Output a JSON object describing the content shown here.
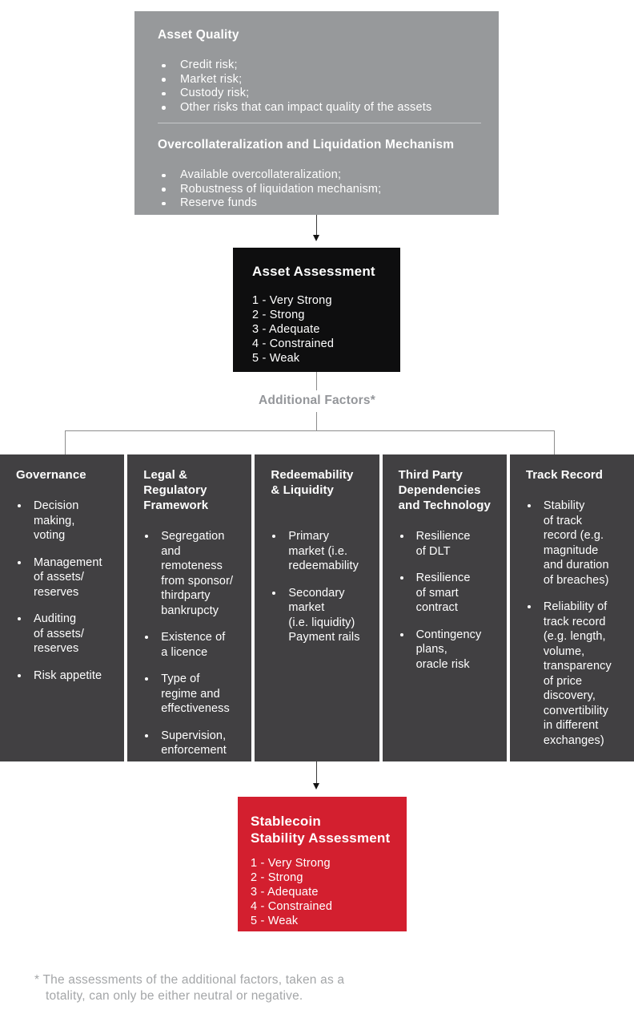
{
  "colors": {
    "page_bg": "#ffffff",
    "gray_box": "#97999B",
    "black_box": "#0E0E0F",
    "factor_column": "#414042",
    "red_box": "#D31F2F",
    "connector": "#8d8d8d",
    "label_gray": "#94969A",
    "footnote_gray": "#A4A6A8"
  },
  "asset_quality_box": {
    "sections": [
      {
        "title": "Asset Quality",
        "bullets": [
          "Credit risk;",
          "Market risk;",
          "Custody risk;",
          "Other risks that can impact quality of the assets"
        ]
      },
      {
        "title": "Overcollateralization and Liquidation Mechanism",
        "bullets": [
          "Available overcollateralization;",
          "Robustness of liquidation mechanism;",
          "Reserve funds"
        ]
      }
    ]
  },
  "asset_assessment_box": {
    "title": "Asset Assessment",
    "ratings": [
      "1 - Very Strong",
      "2 - Strong",
      "3 - Adequate",
      "4 - Constrained",
      "5 - Weak"
    ]
  },
  "additional_factors_label": "Additional Factors*",
  "factor_columns": [
    {
      "title": "Governance",
      "bullets": [
        "Decision\nmaking,\nvoting",
        "Management\nof assets/\nreserves",
        "Auditing\nof assets/\nreserves",
        "Risk appetite"
      ]
    },
    {
      "title": "Legal &\nRegulatory\nFramework",
      "bullets": [
        "Segregation\nand\nremoteness\nfrom sponsor/\nthirdparty\nbankrupcty",
        "Existence of\na licence",
        "Type of\nregime and\neffectiveness",
        "Supervision,\nenforcement"
      ]
    },
    {
      "title": "Redeemability\n& Liquidity",
      "bullets": [
        "Primary\nmarket (i.e.\nredeemability",
        "Secondary\nmarket\n(i.e. liquidity)\nPayment rails"
      ]
    },
    {
      "title": "Third Party\nDependencies\nand Technology",
      "bullets": [
        "Resilience\nof DLT",
        "Resilience\nof smart\ncontract",
        "Contingency\nplans,\noracle risk"
      ]
    },
    {
      "title": "Track Record",
      "bullets": [
        "Stability\nof track\nrecord (e.g.\nmagnitude\nand duration\nof breaches)",
        "Reliability of\ntrack record\n(e.g. length,\nvolume,\ntransparency\nof price\ndiscovery,\nconvertibility\nin different\nexchanges)"
      ]
    }
  ],
  "stablecoin_box": {
    "title": "Stablecoin\nStability Assessment",
    "ratings": [
      "1 - Very Strong",
      "2 - Strong",
      "3 - Adequate",
      "4 - Constrained",
      "5 - Weak"
    ]
  },
  "footnote": "* The assessments of the additional factors, taken as a\ntotality, can only be either neutral or negative."
}
